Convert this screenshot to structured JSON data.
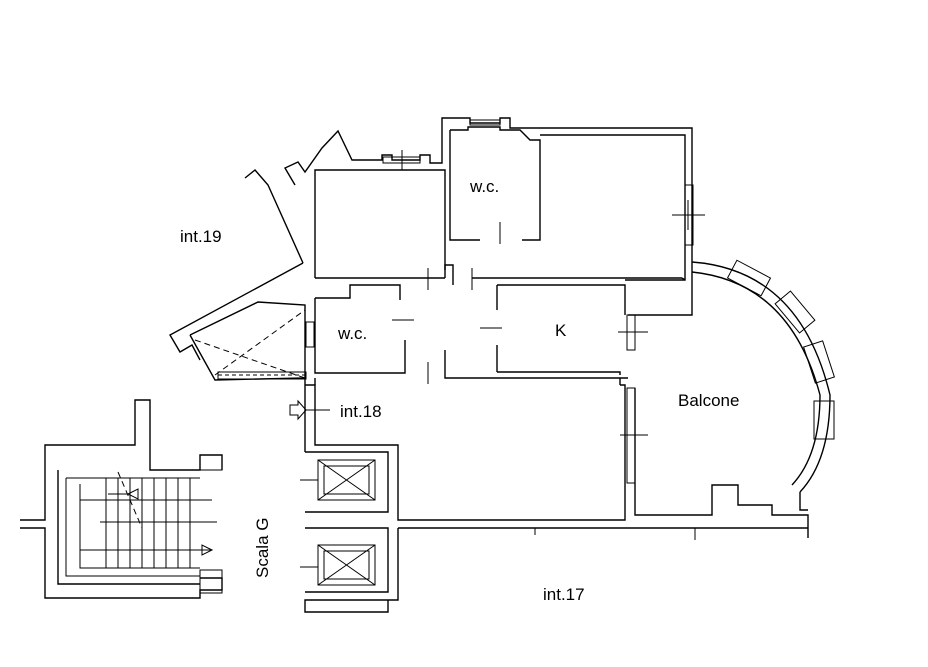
{
  "labels": {
    "int19": "int.19",
    "wc_top": "w.c.",
    "wc_left": "w.c.",
    "kitchen": "K",
    "int18": "int.18",
    "balcone": "Balcone",
    "scala": "Scala G",
    "int17": "int.17"
  },
  "colors": {
    "line": "#000000",
    "background": "#ffffff"
  },
  "icons": {
    "entrance": "entrance-arrow-icon",
    "elevator": "elevator-shaft-icon",
    "stairs": "staircase-icon"
  }
}
